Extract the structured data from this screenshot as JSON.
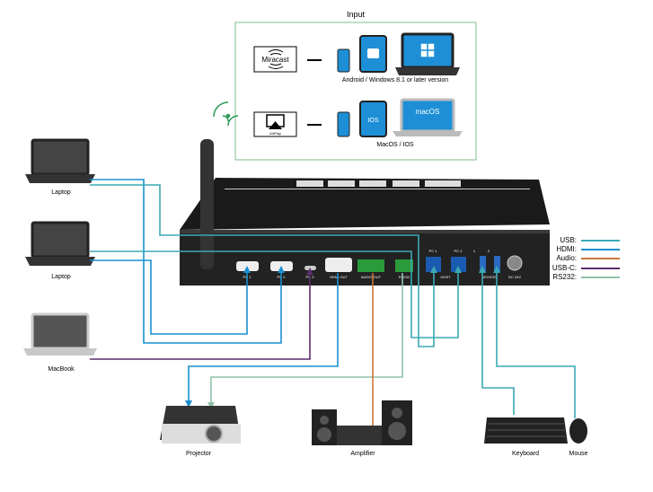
{
  "input": {
    "title": "Input",
    "miracast_label": "Miracast",
    "airplay_label": "AirPlay",
    "android_caption": "Android / Windows 8.1 or later version",
    "mac_caption": "MacOS / IOS",
    "tablet_ios_label": "IOS",
    "laptop_macos_label": "macOS"
  },
  "sources": [
    {
      "label": "Laptop"
    },
    {
      "label": "Laptop"
    },
    {
      "label": "MacBook"
    }
  ],
  "device": {
    "ports": [
      "PC 1",
      "PC 2",
      "PC 3",
      "HDMI OUT",
      "AUDIO OUT",
      "RS232",
      "PC 1",
      "PC 2",
      "HOST",
      "1",
      "2",
      "DEVICES",
      "DC 24V"
    ]
  },
  "outputs": [
    {
      "label": "Projector"
    },
    {
      "label": "Amplifier"
    },
    {
      "label": "Keyboard"
    },
    {
      "label": "Mouse"
    }
  ],
  "legend": [
    {
      "label": "USB:",
      "color": "#3aa9b5"
    },
    {
      "label": "HDMI:",
      "color": "#1a8fd0"
    },
    {
      "label": "Audio:",
      "color": "#c8783a"
    },
    {
      "label": "USB-C:",
      "color": "#5a2d6e"
    },
    {
      "label": "RS232:",
      "color": "#8fc2a8"
    }
  ]
}
